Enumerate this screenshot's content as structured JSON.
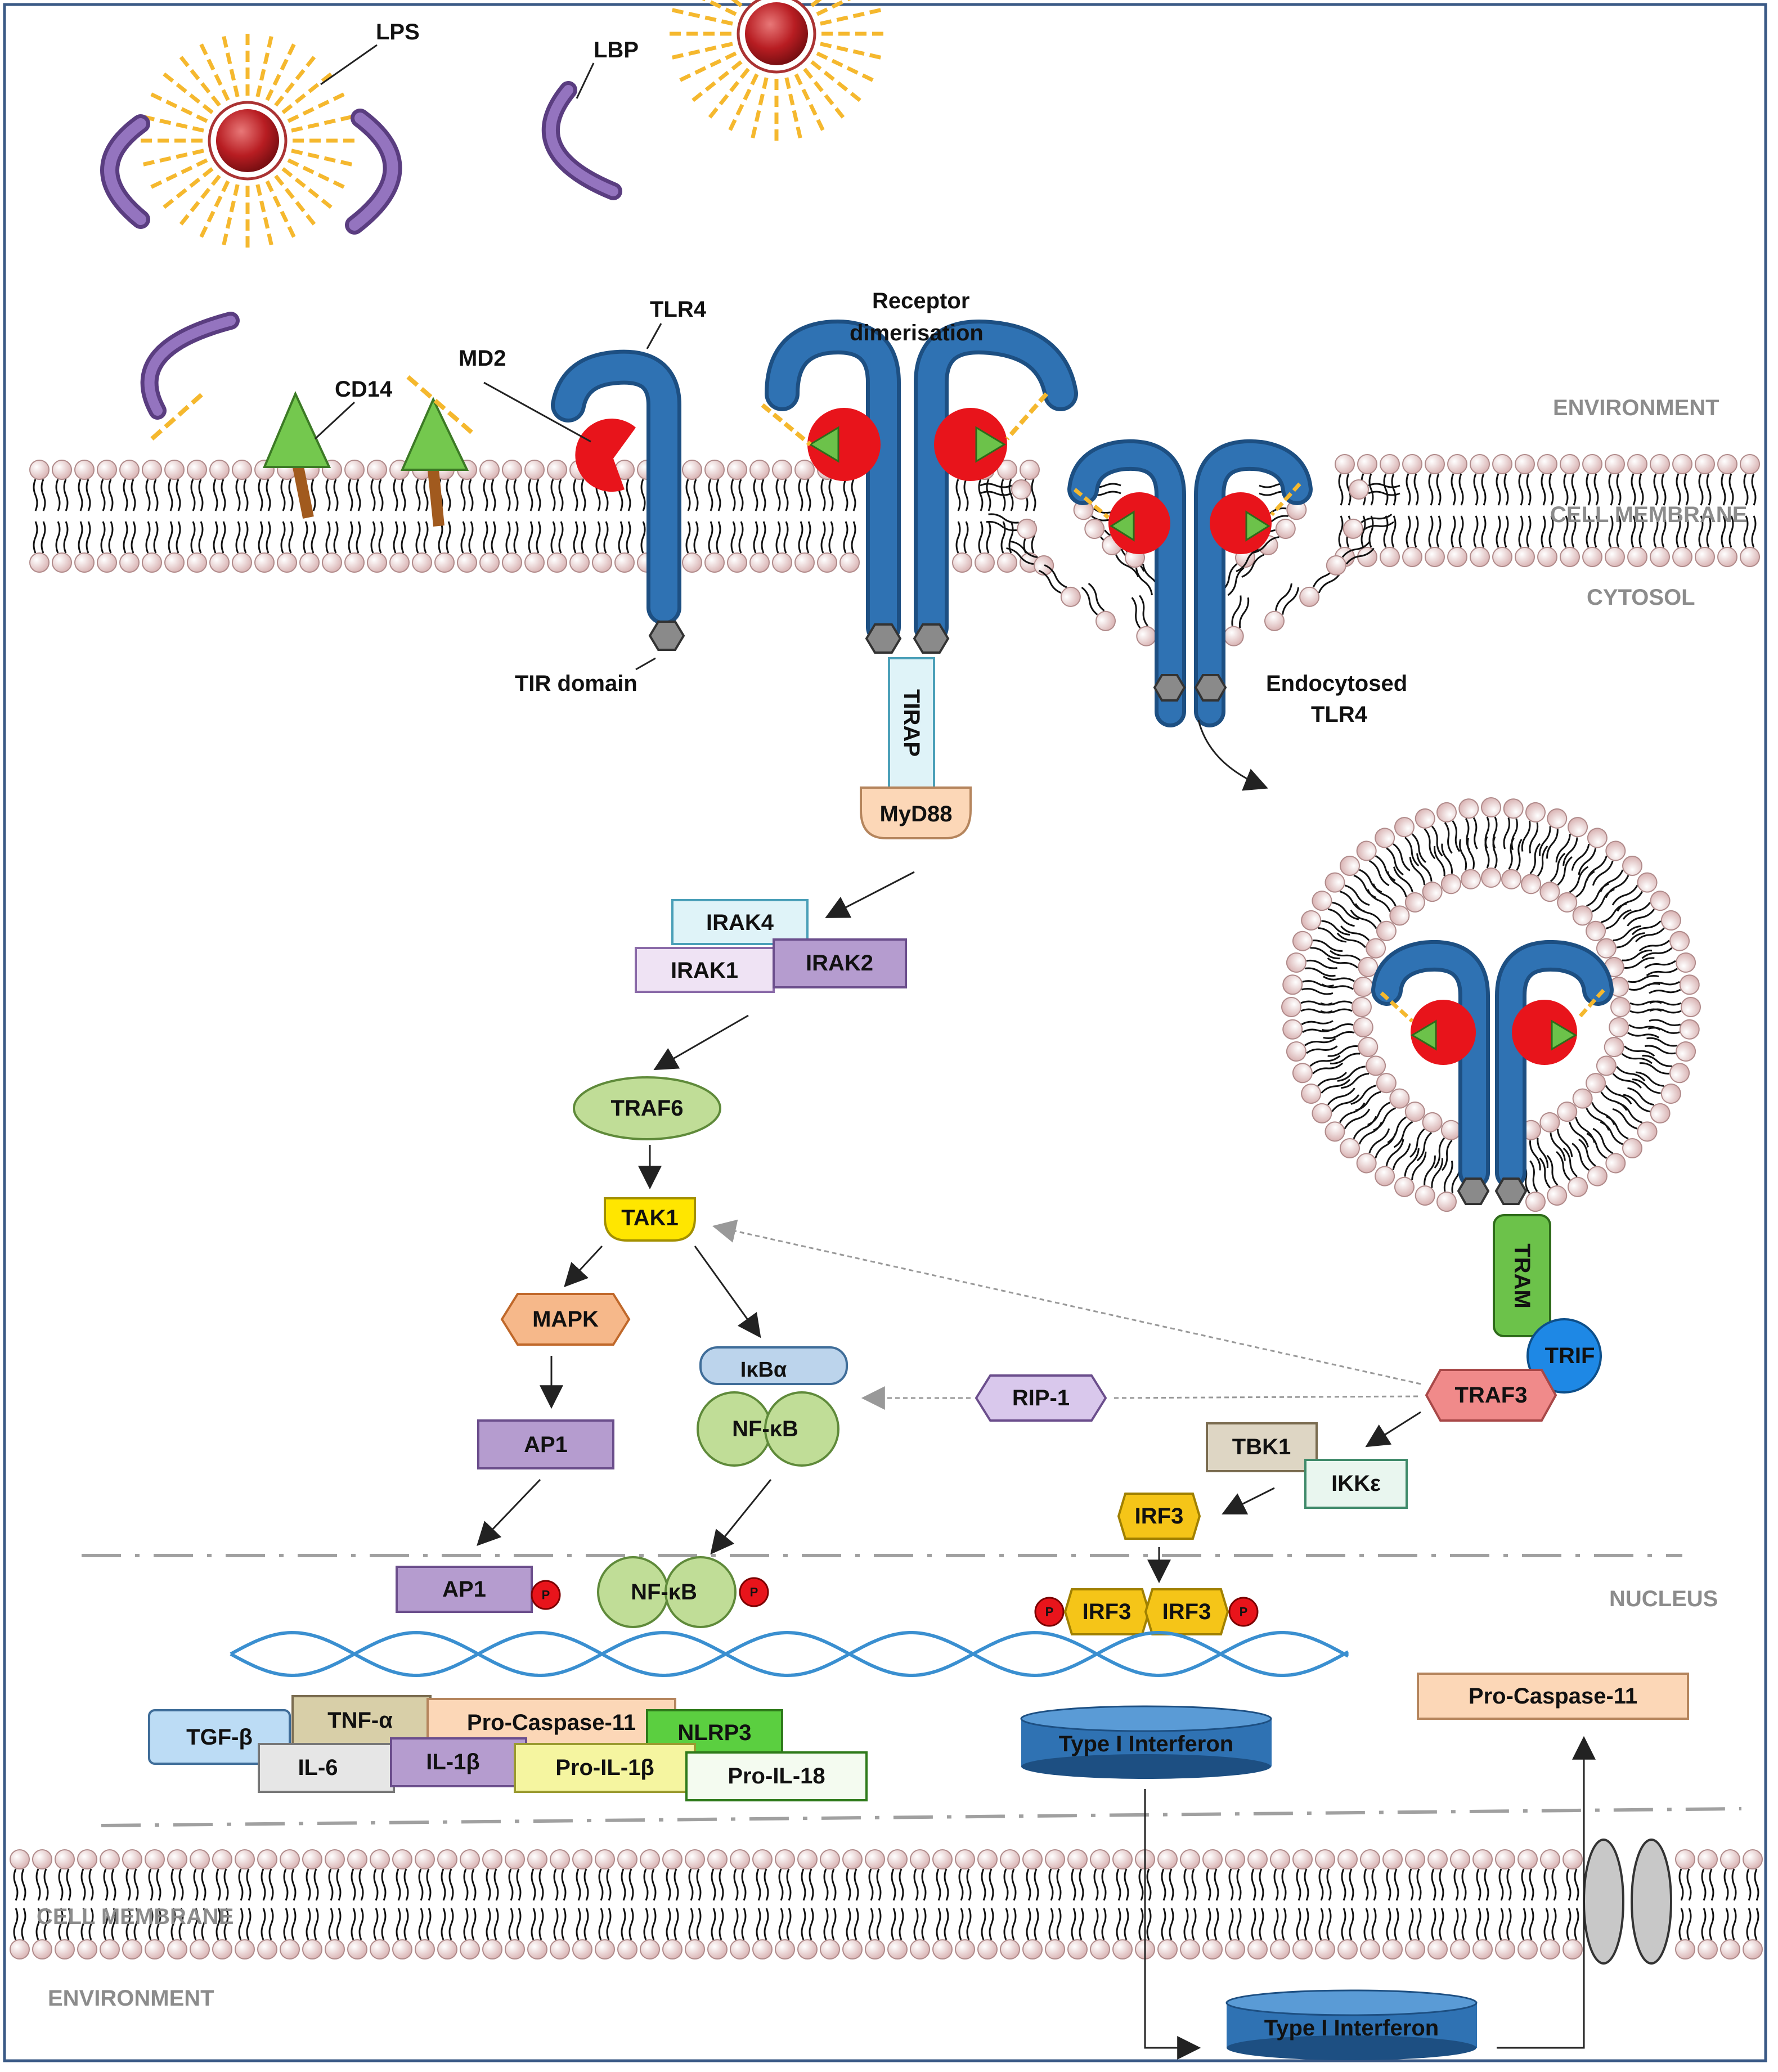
{
  "labels": {
    "lps": "LPS",
    "lbp": "LBP",
    "cd14": "CD14",
    "md2": "MD2",
    "tlr4": "TLR4",
    "receptor_dim_1": "Receptor",
    "receptor_dim_2": "dimerisation",
    "tir_domain": "TIR domain",
    "endocytosed_1": "Endocytosed",
    "endocytosed_2": "TLR4"
  },
  "zones": {
    "environment_top": "ENVIRONMENT",
    "cell_membrane_top": "CELL MEMBRANE",
    "cytosol": "CYTOSOL",
    "nucleus": "NUCLEUS",
    "cell_membrane_bottom": "CELL MEMBRANE",
    "environment_bottom": "ENVIRONMENT"
  },
  "proteins": {
    "tirap": "TIRAP",
    "myd88": "MyD88",
    "irak4": "IRAK4",
    "irak1": "IRAK1",
    "irak2": "IRAK2",
    "traf6": "TRAF6",
    "tak1": "TAK1",
    "mapk": "MAPK",
    "ap1": "AP1",
    "ikba": "IκBα",
    "nfkb": "NF-κB",
    "rip1": "RIP-1",
    "tram": "TRAM",
    "trif": "TRIF",
    "traf3": "TRAF3",
    "tbk1": "TBK1",
    "ikke": "IKKε",
    "irf3": "IRF3",
    "ap1_nuc": "AP1",
    "nfkb_nuc": "NF-κB",
    "irf3_a": "IRF3",
    "irf3_b": "IRF3",
    "phospho": "P"
  },
  "genes": {
    "tgfb": "TGF-β",
    "tnfa": "TNF-α",
    "procasp11": "Pro-Caspase-11",
    "nlrp3": "NLRP3",
    "il6": "IL-6",
    "il1b": "IL-1β",
    "proil1b": "Pro-IL-1β",
    "proil18": "Pro-IL-18",
    "type1ifn": "Type I Interferon",
    "procasp11_right": "Pro-Caspase-11",
    "type1ifn_out": "Type I Interferon"
  },
  "colors": {
    "tlr4_blue": "#2f72b3",
    "md2_red": "#e8141b",
    "lps_yellow": "#f5b82e",
    "lipid_head": "#f3dada",
    "lbp_purple": "#7a58a0",
    "cd14_green": "#6cc24a",
    "dna_blue": "#3a8fd0"
  }
}
